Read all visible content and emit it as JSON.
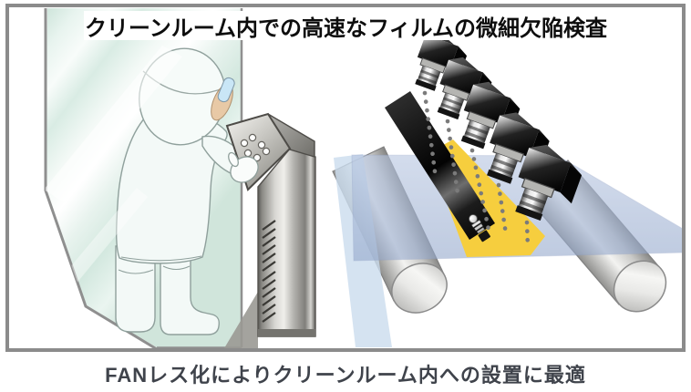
{
  "banner": {
    "title": "クリーンルーム内での高速なフィルムの微細欠陥検査"
  },
  "caption": {
    "text": "FANレス化によりクリーンルーム内への設置に最適"
  },
  "colors": {
    "accent_yellow": "#F6CE3E",
    "film_blue": "#A9B9D8",
    "film_pale_blue": "#CADCEE",
    "glass_green": "#D9ECE4",
    "metal_light": "#D9D8D4",
    "frame_gray": "#8B8B8B",
    "title_text": "#0D0D0D",
    "caption_text": "#3F434B"
  },
  "scene": {
    "camera_count": 5,
    "elements": [
      "cleanroom-operator",
      "protective-glass-panel",
      "control-console",
      "line-scan-cameras",
      "line-light",
      "illuminated-inspection-line",
      "film-sheet",
      "transport-rollers"
    ]
  }
}
